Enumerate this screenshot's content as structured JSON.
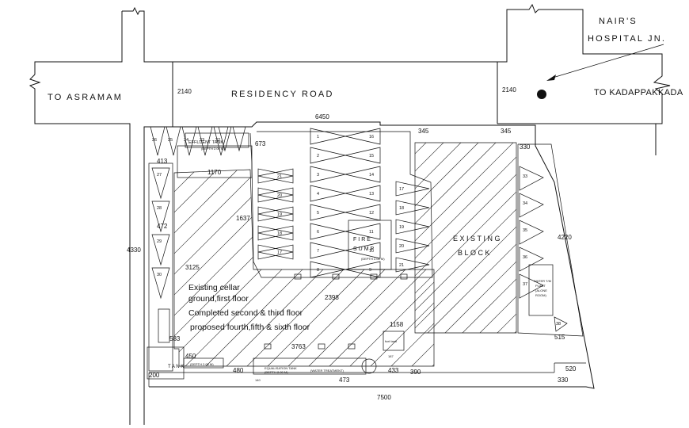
{
  "roads": {
    "to_asramam": "TO ASRAMAM",
    "residency_road": "RESIDENCY ROAD",
    "to_kadappakkada": "TO KADAPPAKKADA"
  },
  "landmark": {
    "line1": "NAIR'S",
    "line2": "HOSPITAL JN."
  },
  "dimensions": {
    "road_width_left": "2140",
    "road_width_right": "2140",
    "top_width": "6450",
    "d345": "345",
    "d330": "330",
    "d673": "673",
    "d1170": "1170",
    "d1637": "1637",
    "d3125": "3125",
    "d413": "413",
    "d472": "472",
    "d4330": "4330",
    "d4220": "4220",
    "d2398": "2398",
    "d1158": "1158",
    "d3763": "3763",
    "d583": "583",
    "d450": "450",
    "d480": "480",
    "d473": "473",
    "d433": "433",
    "d390": "390",
    "d200": "200",
    "d7500": "7500",
    "d520": "520",
    "d515": "515"
  },
  "labels": {
    "existing": "EXISTING",
    "block": "BLOCK",
    "effluent": "EFFLUENT TANK",
    "effluent_depth": "(DEPTH 2.00 M)",
    "fire": "FIRE",
    "sump": "SUMP",
    "sump_depth": "(DEPTH 2.00 M)",
    "equalisation": "EQUALISATION TANK",
    "equalisation_depth": "(DEPTH 2.00 M)",
    "water_treatment": "(WATER TREATMENT)",
    "wt_line1": "WATER T/M",
    "wt_line2": "PLANT",
    "wt_line3": "(ALONE",
    "wt_line4": "ROOM)",
    "fuel": "fuel tank",
    "tank": "T A N K",
    "tank_depth": "(DEPTH 2.00 M)",
    "n140": "140",
    "n187": "187"
  },
  "notes": {
    "line1": "Existing cellar",
    "line2": "ground,first floor",
    "line3": "Completed second & third floor",
    "line4": "proposed fourth,fifth & sixth floor"
  },
  "bays": {
    "top_row": [
      "26",
      "25",
      "24",
      "23",
      "22"
    ],
    "left_column": [
      "27",
      "28",
      "29",
      "30"
    ],
    "center_left": [
      "1",
      "2",
      "3",
      "4",
      "5",
      "6",
      "7",
      "8"
    ],
    "center_right": [
      "16",
      "15",
      "14",
      "13",
      "12",
      "11",
      "10",
      "9"
    ],
    "west_block": [
      "21",
      "20",
      "19",
      "18",
      "17"
    ],
    "sump_column": [
      "17",
      "18",
      "19",
      "20",
      "21"
    ],
    "east_column": [
      "33",
      "34",
      "35",
      "36",
      "37",
      "38"
    ]
  }
}
